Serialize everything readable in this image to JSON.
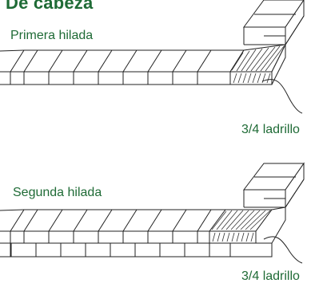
{
  "title": "De cabeza",
  "course_1": {
    "label": "Primera hilada",
    "brick_label": "3/4 ladrillo"
  },
  "course_2": {
    "label": "Segunda hilada",
    "brick_label": "3/4 ladrillo"
  },
  "colors": {
    "text": "#1f6b36",
    "line": "#222222"
  }
}
